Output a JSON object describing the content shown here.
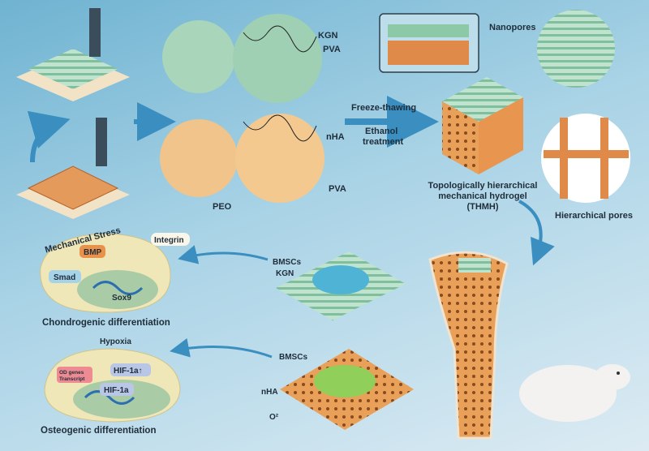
{
  "printing": {
    "kgn": "KGN",
    "pva_top": "PVA",
    "nha": "nHA",
    "pva_bottom": "PVA",
    "peo": "PEO"
  },
  "process": {
    "step1": "Freeze-thawing",
    "step2_line1": "Ethanol",
    "step2_line2": "treatment"
  },
  "thmh": {
    "nanopores": "Nanopores",
    "title_line1": "Topologically hierarchical",
    "title_line2": "mechanical hydrogel",
    "title_line3": "(THMH)",
    "hierarchical_pores": "Hierarchical pores"
  },
  "chondro": {
    "stress": "Mechanical Stress",
    "integrin": "Integrin",
    "bmp": "BMP",
    "smad": "Smad",
    "sox9": "Sox9",
    "caption": "Chondrogenic differentiation"
  },
  "osteo": {
    "hypoxia": "Hypoxia",
    "hif_up": "HIF-1a↑",
    "od_line1": "OD genes",
    "od_line2": "Transcript",
    "hif": "HIF-1a",
    "caption": "Osteogenic differentiation"
  },
  "cells": {
    "bmscs_top": "BMSCs",
    "kgn": "KGN",
    "bmscs_bottom": "BMSCs",
    "nha": "nHA",
    "o2": "O²"
  },
  "colors": {
    "green": "#8cc9a6",
    "orange": "#e08a4a",
    "cell": "#efe7b8",
    "nucleus": "#a9cba6",
    "arrow": "#3a8fc0"
  }
}
